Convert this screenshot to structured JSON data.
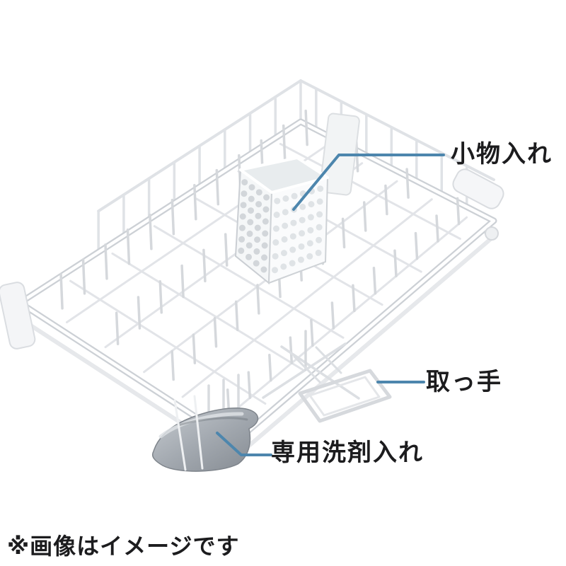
{
  "figure": {
    "type": "product-diagram",
    "subject": "dishwasher-lower-basket",
    "labels": {
      "small_items": "小物入れ",
      "handle": "取っ手",
      "detergent": "専用洗剤入れ"
    },
    "caption": "※画像はイメージです",
    "colors": {
      "leader_line": "#4d86ad",
      "label_text": "#1c1c1e",
      "wire_light": "#e0e3e7",
      "wire_mid": "#d5d8dc",
      "tray_gray": "#969ca3"
    }
  }
}
